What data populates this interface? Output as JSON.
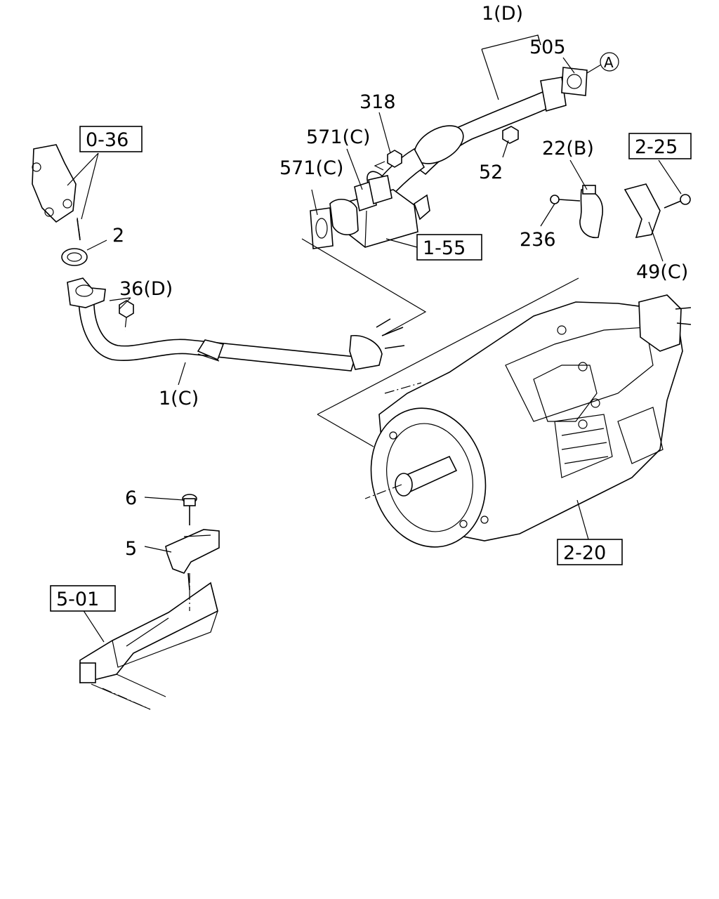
{
  "callouts": {
    "c_1d": "1(D)",
    "c_505": "505",
    "c_a": "A",
    "c_318": "318",
    "c_571c_upper": "571(C)",
    "c_571c_lower": "571(C)",
    "c_52": "52",
    "c_22b": "22(B)",
    "c_236": "236",
    "c_49c": "49(C)",
    "c_2": "2",
    "c_36d": "36(D)",
    "c_1c": "1(C)",
    "c_6": "6",
    "c_5": "5"
  },
  "references": {
    "r_0_36": "0-36",
    "r_2_25": "2-25",
    "r_1_55": "1-55",
    "r_2_20": "2-20",
    "r_5_01": "5-01"
  }
}
